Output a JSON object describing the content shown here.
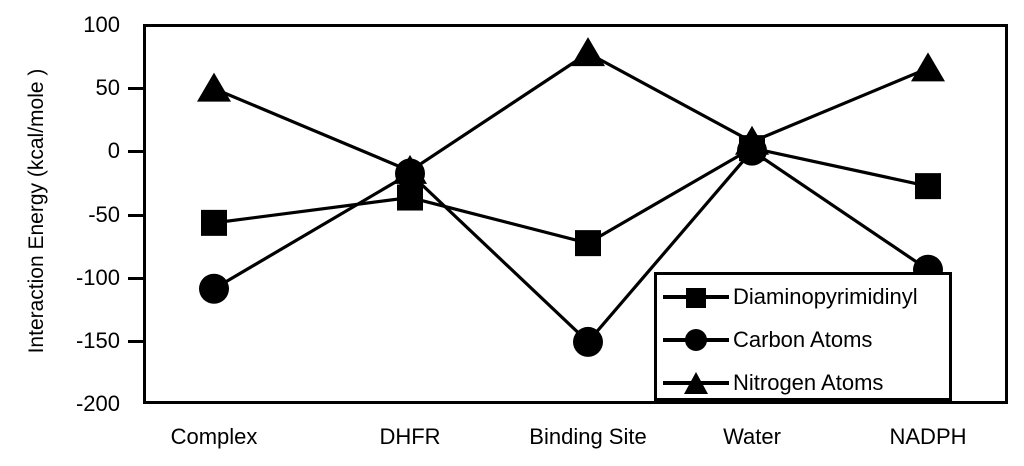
{
  "chart_data": {
    "type": "line",
    "title": "",
    "subtitle": "",
    "xlabel": "",
    "ylabel": "Interaction Energy (kcal/mole )",
    "categories": [
      "Complex",
      "DHFR",
      "Binding Site",
      "Water",
      "NADPH"
    ],
    "series": [
      {
        "name": "Diaminopyrimidinyl",
        "marker": "square",
        "values": [
          -57,
          -37,
          -73,
          2,
          -28
        ]
      },
      {
        "name": "Carbon Atoms",
        "marker": "circle",
        "values": [
          -109,
          -18,
          -151,
          0,
          -94
        ]
      },
      {
        "name": "Nitrogen Atoms",
        "marker": "triangle",
        "values": [
          49,
          -16,
          77,
          7,
          65
        ]
      }
    ],
    "ylim": [
      -200,
      100
    ],
    "yticks": [
      100,
      50,
      0,
      -50,
      -100,
      -150,
      -200
    ],
    "ytick_labels": [
      "100",
      "50",
      "0",
      "-50",
      "-100",
      "-150",
      "-200"
    ],
    "grid": false,
    "legend_position": "lower right",
    "line_color": "#000000",
    "marker_color": "#000000",
    "background_color": "#ffffff"
  },
  "axes": {
    "y_title": "Interaction Energy (kcal/mole )",
    "y_tick_labels": [
      "100",
      "50",
      "0",
      "-50",
      "-100",
      "-150",
      "-200"
    ],
    "x_tick_labels": [
      "Complex",
      "DHFR",
      "Binding Site",
      "Water",
      "NADPH"
    ]
  },
  "legend": {
    "entries": [
      {
        "label": "Diaminopyrimidinyl",
        "marker": "square-marker"
      },
      {
        "label": "Carbon Atoms",
        "marker": "circle-marker"
      },
      {
        "label": "Nitrogen Atoms",
        "marker": "triangle-marker"
      }
    ]
  }
}
